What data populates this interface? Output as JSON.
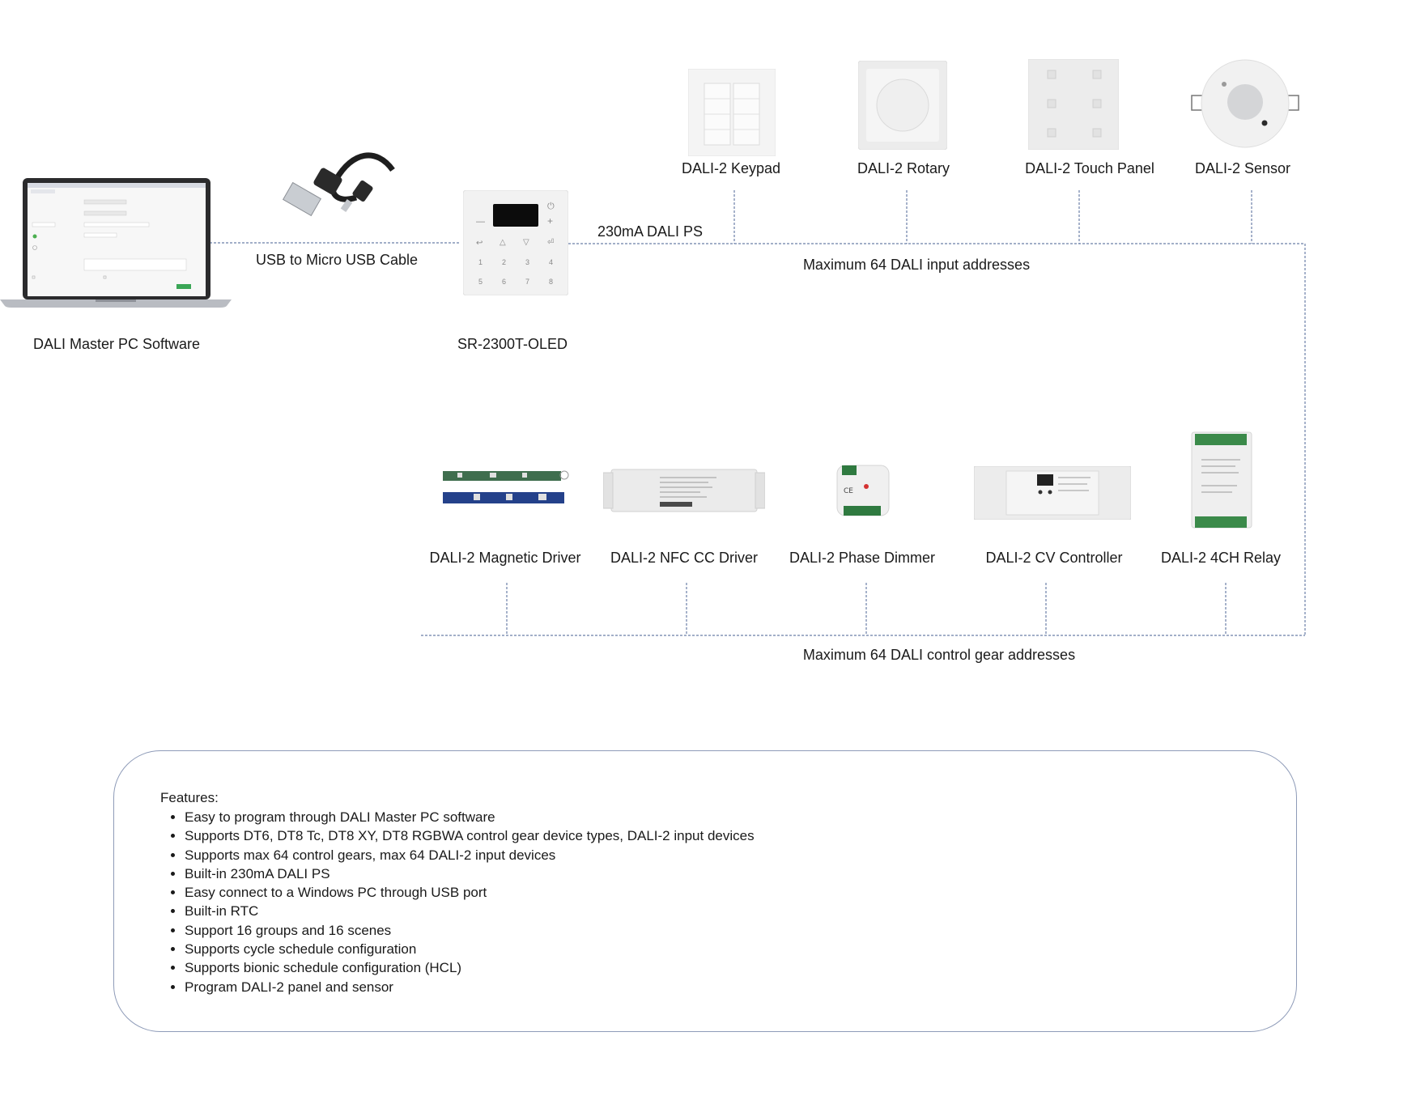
{
  "labels": {
    "pc_software": "DALI Master PC Software",
    "usb_cable": "USB to Micro USB Cable",
    "controller": "SR-2300T-OLED",
    "dali_ps": "230mA DALI PS",
    "keypad": "DALI-2 Keypad",
    "rotary": "DALI-2 Rotary",
    "touch_panel": "DALI-2 Touch Panel",
    "sensor": "DALI-2 Sensor",
    "input_bus": "Maximum 64 DALI input addresses",
    "magnetic_driver": "DALI-2 Magnetic Driver",
    "nfc_driver": "DALI-2 NFC CC Driver",
    "phase_dimmer": "DALI-2 Phase Dimmer",
    "cv_controller": "DALI-2 CV Controller",
    "relay": "DALI-2 4CH Relay",
    "gear_bus": "Maximum 64 DALI control gear addresses"
  },
  "keypad_keys": [
    "—",
    "+",
    "⏎",
    "↩",
    "△",
    "▽",
    "1",
    "2",
    "3",
    "4",
    "5",
    "6",
    "7",
    "8",
    "⏻"
  ],
  "features": {
    "title": "Features:",
    "items": [
      "Easy to program through DALI Master PC software",
      "Supports DT6, DT8 Tc, DT8 XY, DT8 RGBWA control gear device types, DALI-2 input devices",
      "Supports max 64 control gears, max 64 DALI-2 input devices",
      "Built-in 230mA DALI PS",
      "Easy connect to a Windows PC through USB port",
      "Built-in RTC",
      "Support 16 groups and 16 scenes",
      "Supports cycle schedule configuration",
      "Supports bionic schedule configuration (HCL)",
      "Program DALI-2 panel and sensor"
    ]
  },
  "colors": {
    "wire": "#6b7fa8",
    "border": "#8e9bb8",
    "device": "#e9e9ea",
    "pcb_green": "#2d6b3a"
  }
}
